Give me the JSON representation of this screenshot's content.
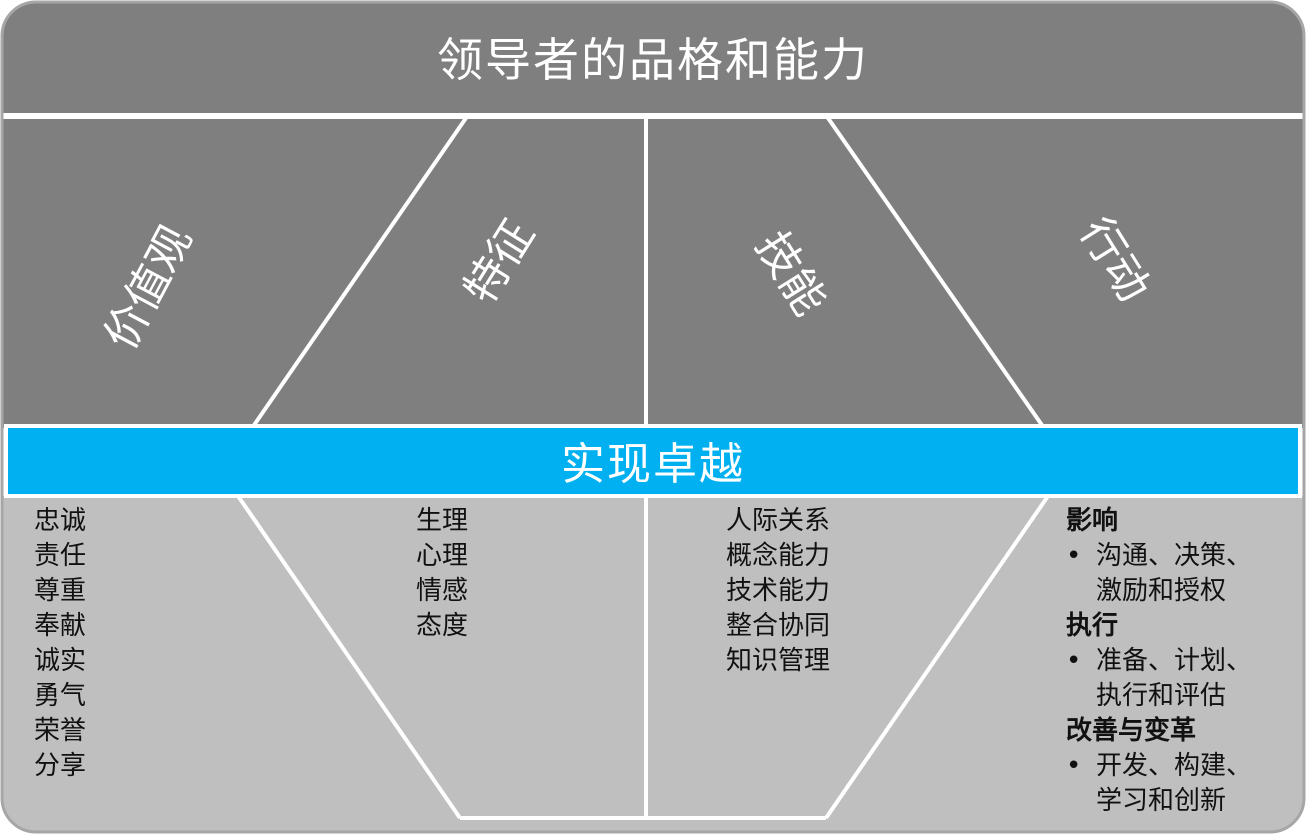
{
  "title": "领导者的品格和能力",
  "banner": "实现卓越",
  "columns": [
    {
      "heading": "价值观",
      "items": [
        "忠诚",
        "责任",
        "尊重",
        "奉献",
        "诚实",
        "勇气",
        "荣誉",
        "分享"
      ]
    },
    {
      "heading": "特征",
      "items": [
        "生理",
        "心理",
        "情感",
        "态度"
      ]
    },
    {
      "heading": "技能",
      "items": [
        "人际关系",
        "概念能力",
        "技术能力",
        "整合协同",
        "知识管理"
      ]
    },
    {
      "heading": "行动",
      "groups": [
        {
          "label": "影响",
          "lines": [
            "沟通、决策、",
            "激励和授权"
          ]
        },
        {
          "label": "执行",
          "lines": [
            "准备、计划、",
            "执行和评估"
          ]
        },
        {
          "label": "改善与变革",
          "lines": [
            "开发、构建、",
            "学习和创新"
          ]
        }
      ]
    }
  ],
  "colors": {
    "dark_gray": "#7f7f7f",
    "light_gray": "#bfbfbf",
    "banner_blue": "#00b0f0",
    "frame": "#a6a6a6",
    "divider": "#ffffff"
  }
}
